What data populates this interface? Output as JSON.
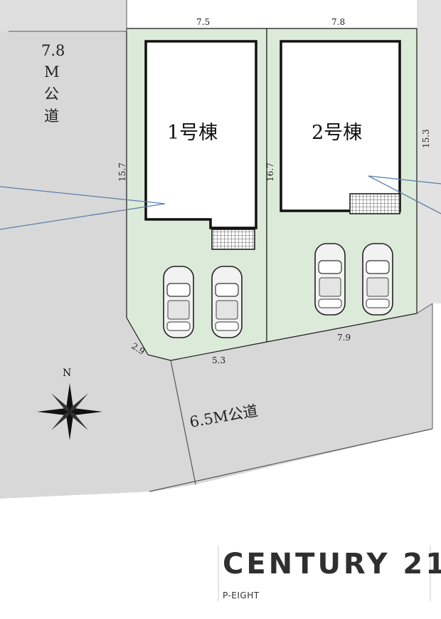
{
  "dimensions": {
    "top_left_width": "7.5",
    "top_right_width": "7.8",
    "left_depth": "15.7",
    "middle_depth": "16.7",
    "right_depth": "15.3",
    "corner_cut": "2.9",
    "bottom_left_width": "5.3",
    "bottom_right_width": "7.9"
  },
  "roads": {
    "west_road": [
      "7.8",
      "M",
      "公",
      "道"
    ],
    "south_road": "6.5M公道"
  },
  "buildings": {
    "house_1": "1号棟",
    "house_2": "2号棟"
  },
  "compass": {
    "north_label": "N"
  },
  "footer": {
    "brand": "CENTURY 21",
    "sub": "P-EIGHT"
  },
  "colors": {
    "lot_green": "#dcebd9",
    "road_gray": "#d8d8d8",
    "line": "#1a1a1a",
    "callout": "#5a7fa8"
  }
}
